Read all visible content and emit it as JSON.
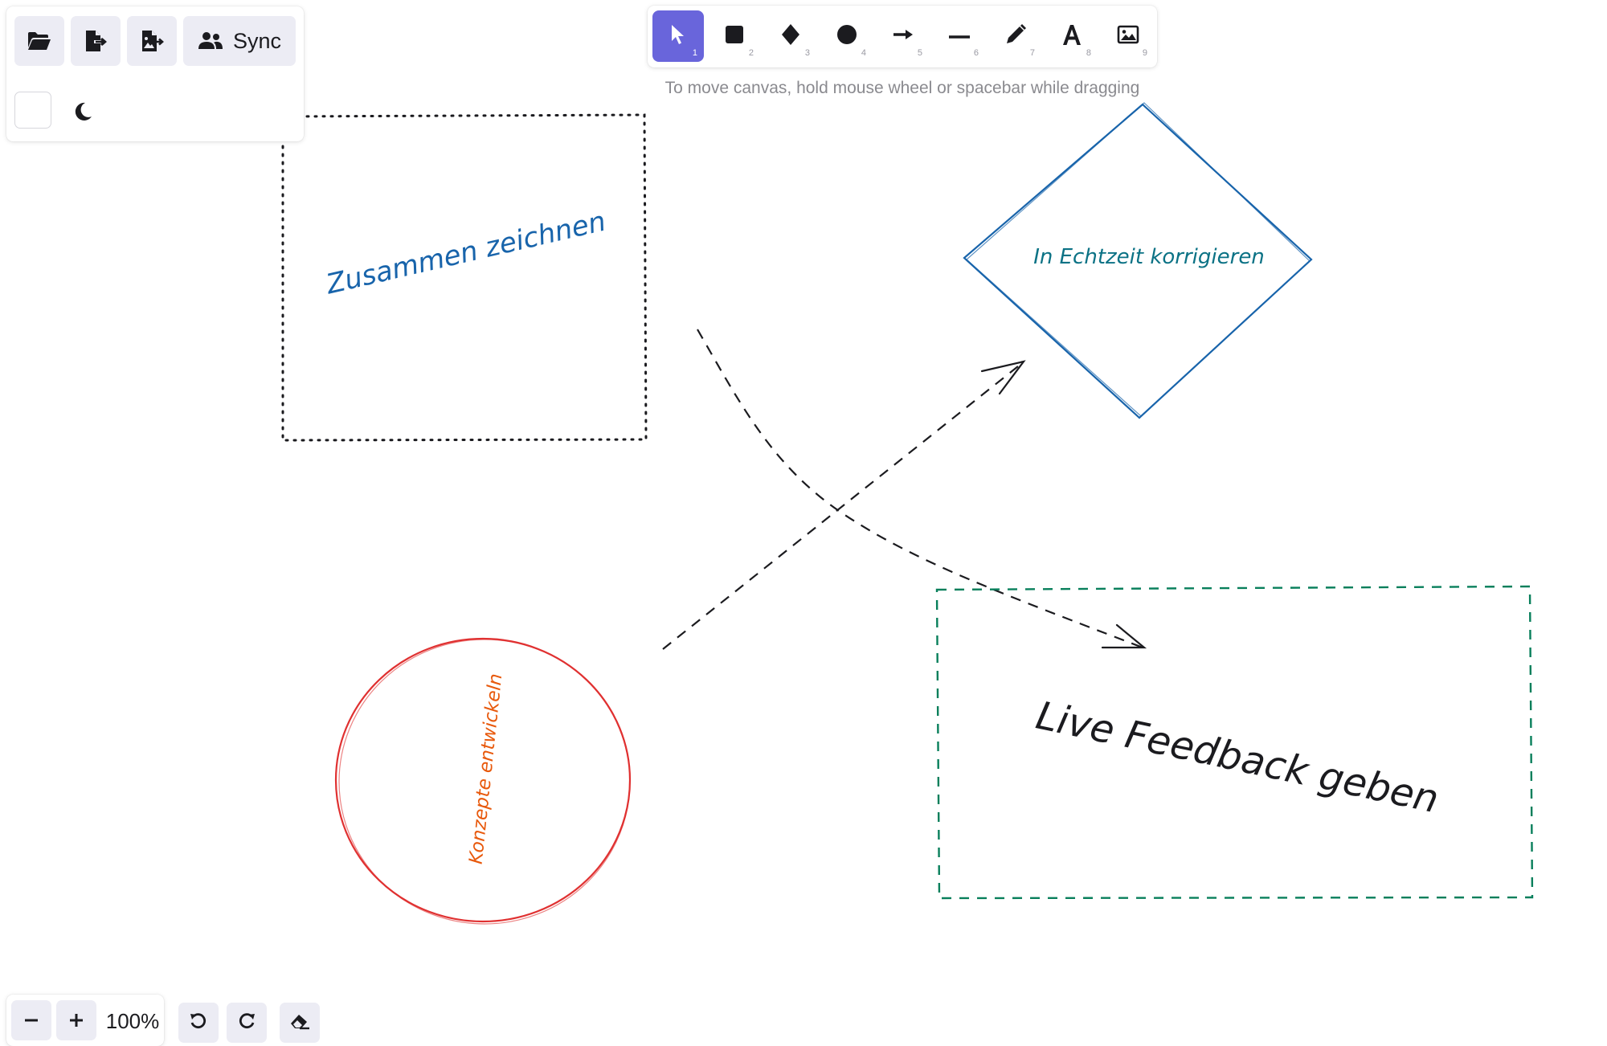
{
  "menu": {
    "sync_label": "Sync",
    "icons": [
      "folder-open-icon",
      "export-file-icon",
      "export-image-icon",
      "users-icon",
      "moon-icon"
    ]
  },
  "toolbar": {
    "tools": [
      {
        "name": "select",
        "key": "1",
        "active": true
      },
      {
        "name": "rectangle",
        "key": "2"
      },
      {
        "name": "diamond",
        "key": "3"
      },
      {
        "name": "ellipse",
        "key": "4"
      },
      {
        "name": "arrow",
        "key": "5"
      },
      {
        "name": "line",
        "key": "6"
      },
      {
        "name": "draw",
        "key": "7"
      },
      {
        "name": "text",
        "key": "8"
      },
      {
        "name": "image",
        "key": "9"
      }
    ],
    "hint": "To move canvas, hold mouse wheel or spacebar while dragging"
  },
  "canvas": {
    "rectangle_text": "Zusammen zeichnen",
    "diamond_text": "In Echtzeit korrigieren",
    "circle_text": "Konzepte entwickeln",
    "dashed_rect_text": "Live Feedback geben"
  },
  "colors": {
    "accent": "#6965db",
    "blue": "#1864ab",
    "teal": "#0b7285",
    "red": "#e03131",
    "orange": "#e8590c",
    "green": "#087f5b"
  },
  "zoom": {
    "level": "100%"
  }
}
